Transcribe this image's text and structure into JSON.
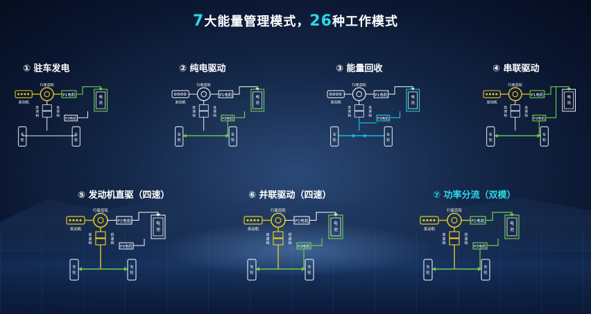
{
  "title": {
    "num1": "7",
    "text1": "大能量管理模式，",
    "num2": "26",
    "text2": "种工作模式"
  },
  "colors": {
    "accent": "#29d8e8",
    "path_gold": "#e8c81e",
    "path_green": "#6fd14a",
    "path_cyan": "#18c8e0",
    "idle": "#ffffff"
  },
  "component_labels": {
    "engine": "发动机",
    "planetary": "行星齿轮",
    "p1": "P1电机",
    "p3": "P3电机",
    "battery_1": "电",
    "battery_2": "池",
    "high_1": "高",
    "high_2": "速",
    "high_3": "档",
    "low_1": "低",
    "low_2": "速",
    "low_3": "档",
    "wheel_1": "车",
    "wheel_2": "轮"
  },
  "modes": [
    {
      "label": "① 驻车发电",
      "highlight": false
    },
    {
      "label": "② 纯电驱动",
      "highlight": false
    },
    {
      "label": "③ 能量回收",
      "highlight": false
    },
    {
      "label": "④ 串联驱动",
      "highlight": false
    },
    {
      "label": "⑤ 发动机直驱（四速）",
      "highlight": false
    },
    {
      "label": "⑥ 并联驱动（四速）",
      "highlight": false
    },
    {
      "label": "⑦ 功率分流（双模）",
      "highlight": true
    }
  ]
}
